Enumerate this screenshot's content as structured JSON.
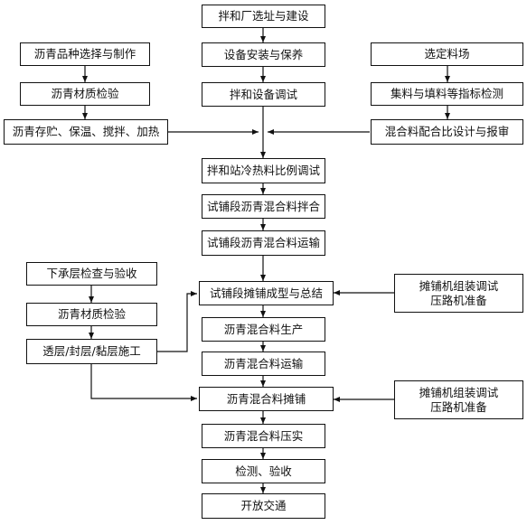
{
  "nodes": {
    "site": "拌和厂选址与建设",
    "install": "设备安装与保养",
    "debug": "拌和设备调试",
    "cold_ratio": "拌和站冷热料比例调试",
    "trial_mix": "试铺段沥青混合料拌合",
    "trial_transport": "试铺段沥青混合料运输",
    "trial_pave": "试铺段摊铺成型与总结",
    "produce": "沥青混合料生产",
    "transport": "沥青混合料运输",
    "pave": "沥青混合料摊铺",
    "compact": "沥青混合料压实",
    "inspect": "检测、验收",
    "open": "开放交通",
    "asphalt_select": "沥青品种选择与制作",
    "asphalt_check_top": "沥青材质检验",
    "asphalt_storage": "沥青存贮、保温、搅拌、加热",
    "material_yard": "选定料场",
    "aggregate_test": "集料与填料等指标检测",
    "mix_design": "混合料配合比设计与报审",
    "subgrade": "下承层检查与验收",
    "asphalt_check_bottom": "沥青材质检验",
    "layers": "透层/封层/黏层施工",
    "paver_prep_1": [
      "摊铺机组装调试",
      "压路机准备"
    ],
    "paver_prep_2": [
      "摊铺机组装调试",
      "压路机准备"
    ]
  }
}
